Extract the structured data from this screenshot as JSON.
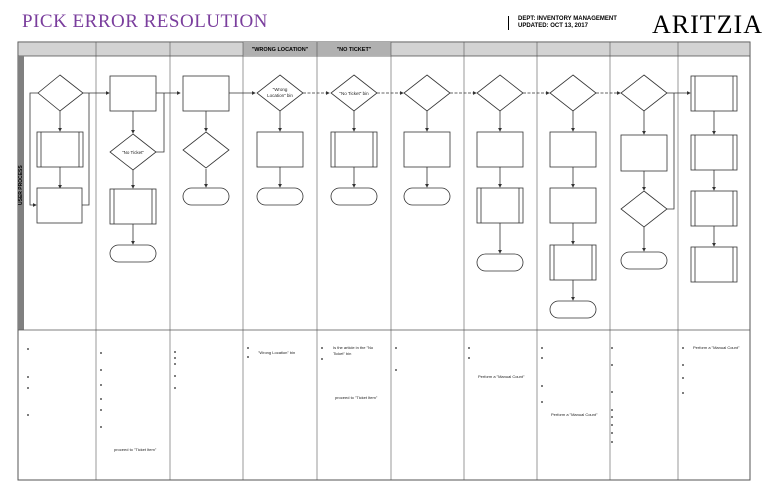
{
  "header": {
    "title": "PICK ERROR RESOLUTION",
    "dept_line": "DEPT:  INVENTORY MANAGEMENT",
    "updated_line": "UPDATED: OCT 13, 2017",
    "brand": "ARITZIA"
  },
  "lane_label": "USER PROCESS",
  "columns": [
    {
      "header": ""
    },
    {
      "header": ""
    },
    {
      "header": ""
    },
    {
      "header": "\"WRONG LOCATION\""
    },
    {
      "header": "\"NO TICKET\""
    },
    {
      "header": ""
    },
    {
      "header": ""
    },
    {
      "header": ""
    },
    {
      "header": ""
    },
    {
      "header": ""
    }
  ],
  "shape_text": {
    "no_ticket_decision": "\"No Ticket\"",
    "wrong_location_bin_line1": "\"Wrong",
    "wrong_location_bin_line2": "Location\" bin",
    "no_ticket_bin": "\"No Ticket\" bin"
  },
  "notes": {
    "proceed_ticket_item_1": "proceed to \"Ticket Item\"",
    "wrong_location_bin": "\"Wrong Location\" bin",
    "is_article_line1": "Is the article in the \"No",
    "is_article_line2": "Ticket\" bin",
    "proceed_ticket_item_2": "proceed to \"Ticket Item\"",
    "manual_count_1": "Perform a \"Manual Count\"",
    "manual_count_2": "Perform a \"Manual Count\"",
    "manual_count_3": "Perform a \"Manual Count\""
  }
}
